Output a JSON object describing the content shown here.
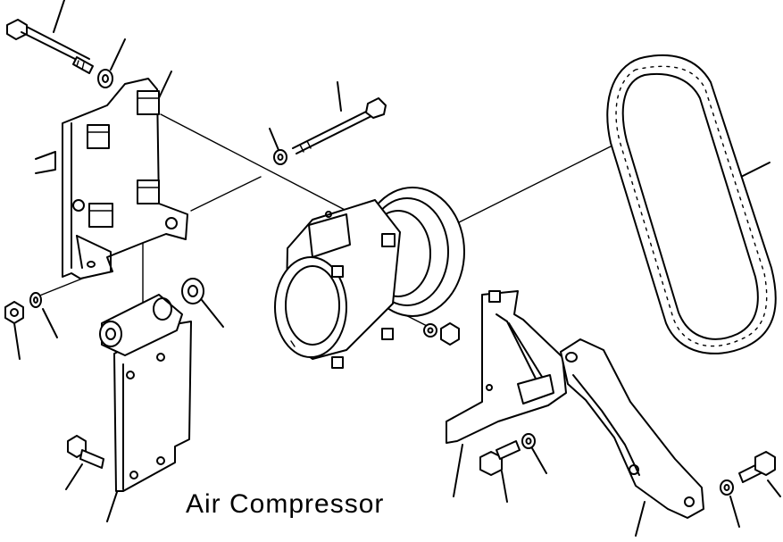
{
  "diagram": {
    "caption": "Air Compressor",
    "parts": [
      "long-bolt-upper-left",
      "washer-upper-left",
      "mounting-bracket-plate",
      "long-bolt-center",
      "washer-center",
      "air-compressor-body",
      "compressor-pulley",
      "v-belt",
      "nut-left",
      "washer-left",
      "support-bracket-lower",
      "grommet",
      "bolt-lower-left",
      "adjusting-bracket",
      "bolt-lower-center",
      "washer-lower-center",
      "adjusting-arm",
      "washer-lower-right",
      "bolt-lower-right",
      "nut-center",
      "washer-compressor"
    ]
  }
}
